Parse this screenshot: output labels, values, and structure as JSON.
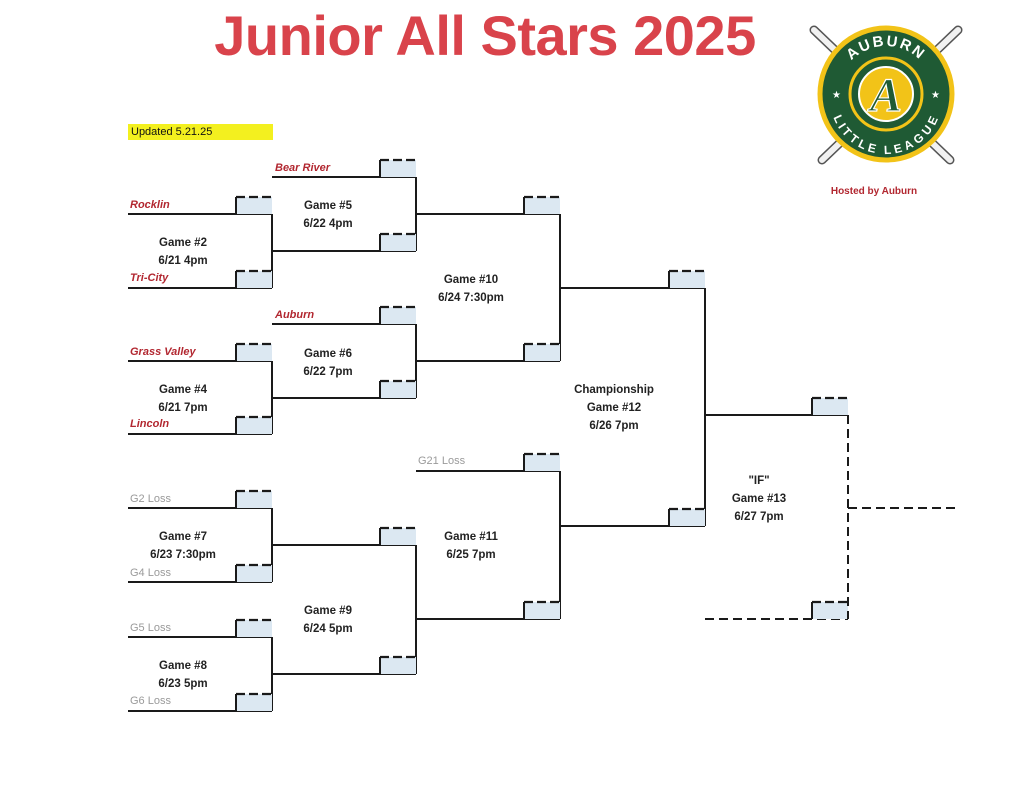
{
  "title": "Junior All Stars 2025",
  "updated": "Updated 5.21.25",
  "hosted_by": "Hosted by Auburn",
  "logo": {
    "top_text": "AUBURN",
    "bottom_text": "LITTLE LEAGUE",
    "letter": "A"
  },
  "colors": {
    "title": "#d9434b",
    "team_text": "#b22730",
    "loser_text": "#9a9a9a",
    "updated_highlight": "#f3f01f",
    "box_fill": "#dce8f2",
    "line": "#1a1a1a",
    "logo_green": "#1f5a34",
    "logo_yellow": "#f2c318"
  },
  "teams": {
    "bear_river": "Bear River",
    "rocklin": "Rocklin",
    "tri_city": "Tri-City",
    "auburn": "Auburn",
    "grass_valley": "Grass Valley",
    "lincoln": "Lincoln"
  },
  "losers": {
    "g2": "G2 Loss",
    "g4": "G4 Loss",
    "g5": "G5 Loss",
    "g6": "G6 Loss",
    "g21": "G21 Loss"
  },
  "games": {
    "g2": {
      "name": "Game #2",
      "when": "6/21 4pm"
    },
    "g4": {
      "name": "Game #4",
      "when": "6/21  7pm"
    },
    "g5": {
      "name": "Game #5",
      "when": "6/22  4pm"
    },
    "g6": {
      "name": "Game #6",
      "when": "6/22 7pm"
    },
    "g7": {
      "name": "Game #7",
      "when": "6/23 7:30pm"
    },
    "g8": {
      "name": "Game #8",
      "when": "6/23 5pm"
    },
    "g9": {
      "name": "Game #9",
      "when": "6/24 5pm"
    },
    "g10": {
      "name": "Game #10",
      "when": "6/24 7:30pm"
    },
    "g11": {
      "name": "Game #11",
      "when": "6/25 7pm"
    },
    "g12": {
      "label": "Championship",
      "name": "Game #12",
      "when": "6/26 7pm"
    },
    "g13": {
      "label": "\"IF\"",
      "name": "Game #13",
      "when": "6/27 7pm"
    }
  }
}
